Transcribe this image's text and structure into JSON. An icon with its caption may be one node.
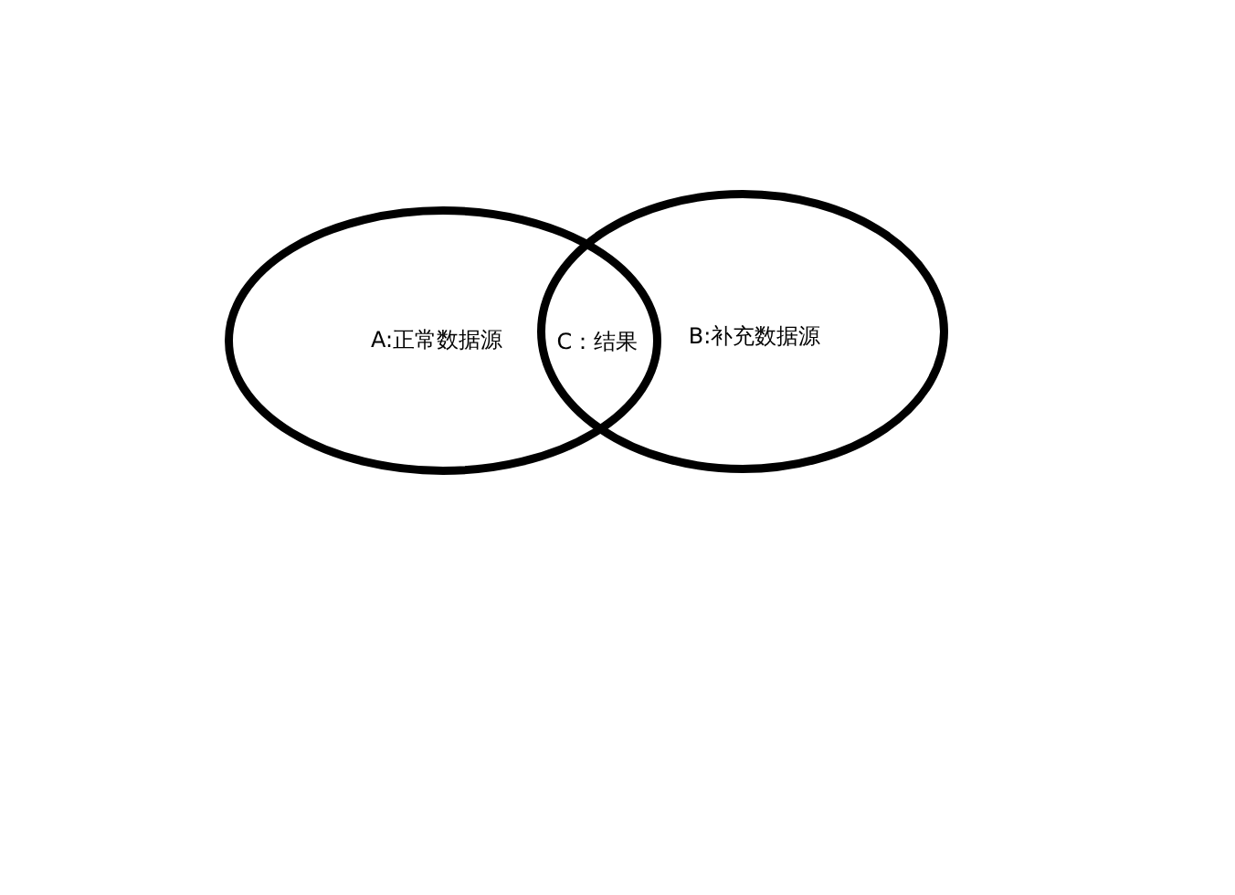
{
  "diagram": {
    "nodes": [
      {
        "text": [
          "A:正常数据源"
        ]
      },
      {
        "text": [
          "C：结果"
        ]
      },
      {
        "text": [
          "B:补充数据源"
        ]
      }
    ]
  }
}
